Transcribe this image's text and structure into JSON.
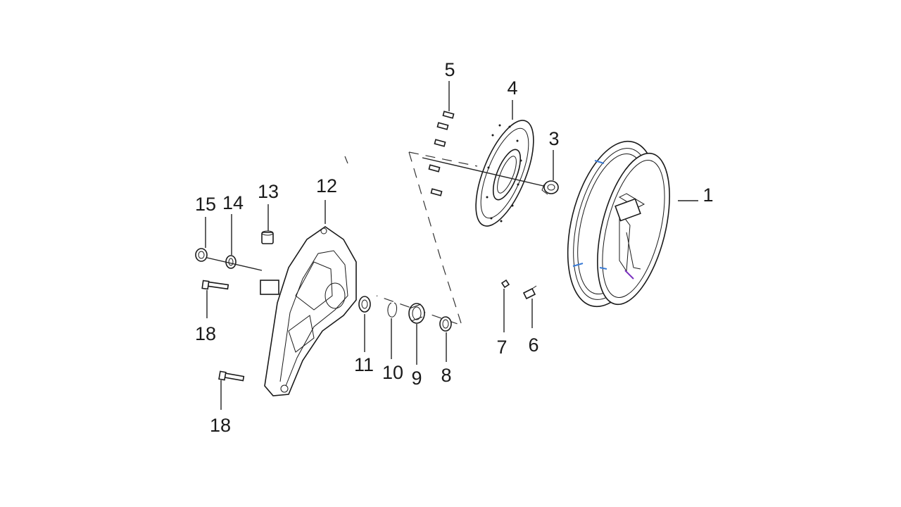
{
  "labels": {
    "p1": "1",
    "p3": "3",
    "p4": "4",
    "p5": "5",
    "p6": "6",
    "p7": "7",
    "p8": "8",
    "p9": "9",
    "p10": "10",
    "p11": "11",
    "p12": "12",
    "p13": "13",
    "p14": "14",
    "p15": "15",
    "p18a": "18",
    "p18b": "18"
  },
  "colors": {
    "line": "#1a1a1a",
    "background": "#ffffff",
    "accent_blue": "#3a7bd5",
    "accent_purple": "#7a2fbf"
  }
}
